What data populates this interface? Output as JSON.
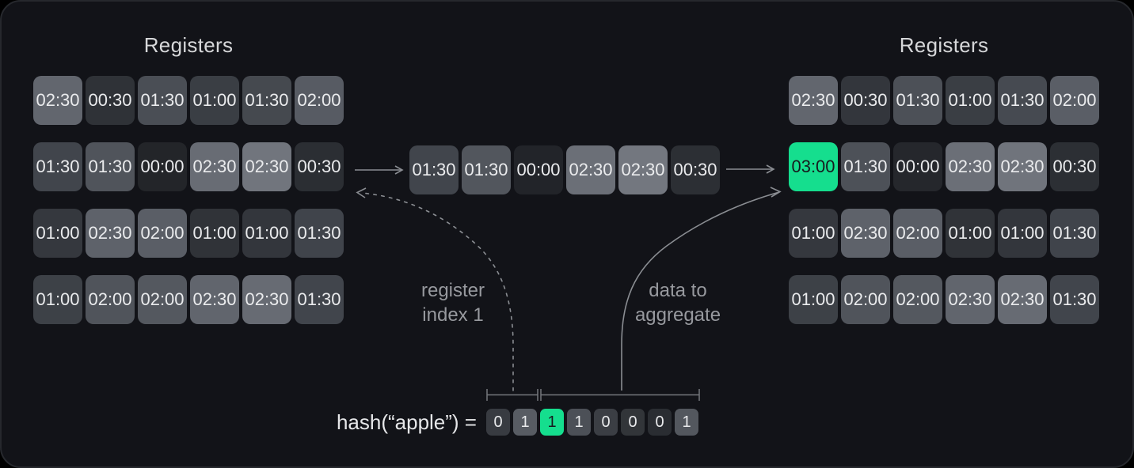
{
  "left_registers": {
    "title": "Registers",
    "rows": [
      [
        {
          "v": "02:30",
          "c": "#62666e"
        },
        {
          "v": "00:30",
          "c": "#2f3237"
        },
        {
          "v": "01:30",
          "c": "#4a4e55"
        },
        {
          "v": "01:00",
          "c": "#3a3e44"
        },
        {
          "v": "01:30",
          "c": "#45494f"
        },
        {
          "v": "02:00",
          "c": "#575b63"
        }
      ],
      [
        {
          "v": "01:30",
          "c": "#41454c"
        },
        {
          "v": "01:30",
          "c": "#50545b"
        },
        {
          "v": "00:00",
          "c": "#232529"
        },
        {
          "v": "02:30",
          "c": "#686c74"
        },
        {
          "v": "02:30",
          "c": "#71757d"
        },
        {
          "v": "00:30",
          "c": "#2b2e33"
        }
      ],
      [
        {
          "v": "01:00",
          "c": "#35383e"
        },
        {
          "v": "02:30",
          "c": "#5e626a"
        },
        {
          "v": "02:00",
          "c": "#5a5e66"
        },
        {
          "v": "01:00",
          "c": "#303338"
        },
        {
          "v": "01:00",
          "c": "#33363c"
        },
        {
          "v": "01:30",
          "c": "#40444b"
        }
      ],
      [
        {
          "v": "01:00",
          "c": "#3d4147"
        },
        {
          "v": "02:00",
          "c": "#50545b"
        },
        {
          "v": "02:00",
          "c": "#54585f"
        },
        {
          "v": "02:30",
          "c": "#61656d"
        },
        {
          "v": "02:30",
          "c": "#676b73"
        },
        {
          "v": "01:30",
          "c": "#41454c"
        }
      ]
    ]
  },
  "selected_row": {
    "cells": [
      {
        "v": "01:30",
        "c": "#41454c"
      },
      {
        "v": "01:30",
        "c": "#52565d"
      },
      {
        "v": "00:00",
        "c": "#222429"
      },
      {
        "v": "02:30",
        "c": "#6b6f77"
      },
      {
        "v": "02:30",
        "c": "#73777f"
      },
      {
        "v": "00:30",
        "c": "#2c2f34"
      }
    ]
  },
  "right_registers": {
    "title": "Registers",
    "rows": [
      [
        {
          "v": "02:30",
          "c": "#62666e"
        },
        {
          "v": "00:30",
          "c": "#33363c"
        },
        {
          "v": "01:30",
          "c": "#4c5057"
        },
        {
          "v": "01:00",
          "c": "#3a3e44"
        },
        {
          "v": "01:30",
          "c": "#464a51"
        },
        {
          "v": "02:00",
          "c": "#5a5e66"
        }
      ],
      [
        {
          "v": "03:00",
          "c": "#15de8e",
          "t": "#171a1e"
        },
        {
          "v": "01:30",
          "c": "#4d5158"
        },
        {
          "v": "00:00",
          "c": "#25272c"
        },
        {
          "v": "02:30",
          "c": "#6b6f77"
        },
        {
          "v": "02:30",
          "c": "#70747c"
        },
        {
          "v": "00:30",
          "c": "#2c2f34"
        }
      ],
      [
        {
          "v": "01:00",
          "c": "#35383e"
        },
        {
          "v": "02:30",
          "c": "#5e626a"
        },
        {
          "v": "02:00",
          "c": "#5a5e66"
        },
        {
          "v": "01:00",
          "c": "#303338"
        },
        {
          "v": "01:00",
          "c": "#33363c"
        },
        {
          "v": "01:30",
          "c": "#40444b"
        }
      ],
      [
        {
          "v": "01:00",
          "c": "#3d4147"
        },
        {
          "v": "02:00",
          "c": "#50545b"
        },
        {
          "v": "02:00",
          "c": "#54585f"
        },
        {
          "v": "02:30",
          "c": "#61656d"
        },
        {
          "v": "02:30",
          "c": "#676b73"
        },
        {
          "v": "01:30",
          "c": "#41454c"
        }
      ]
    ]
  },
  "labels": {
    "register_index": [
      "register",
      "index 1"
    ],
    "data_aggregate": [
      "data to",
      "aggregate"
    ]
  },
  "hash": {
    "label": "hash(“apple”) =",
    "bits": [
      {
        "v": "0",
        "c": "#383b41"
      },
      {
        "v": "1",
        "c": "#585c63"
      },
      {
        "v": "1",
        "c": "#15de8e",
        "t": "#171a1e"
      },
      {
        "v": "1",
        "c": "#4c5057"
      },
      {
        "v": "0",
        "c": "#3b3e44"
      },
      {
        "v": "0",
        "c": "#323539"
      },
      {
        "v": "0",
        "c": "#2a2d32"
      },
      {
        "v": "1",
        "c": "#53575e"
      }
    ]
  },
  "colors": {
    "accent_green": "#15de8e",
    "panel_bg": "#121318",
    "panel_border": "#26282d",
    "line_gray": "#8a8d92"
  }
}
